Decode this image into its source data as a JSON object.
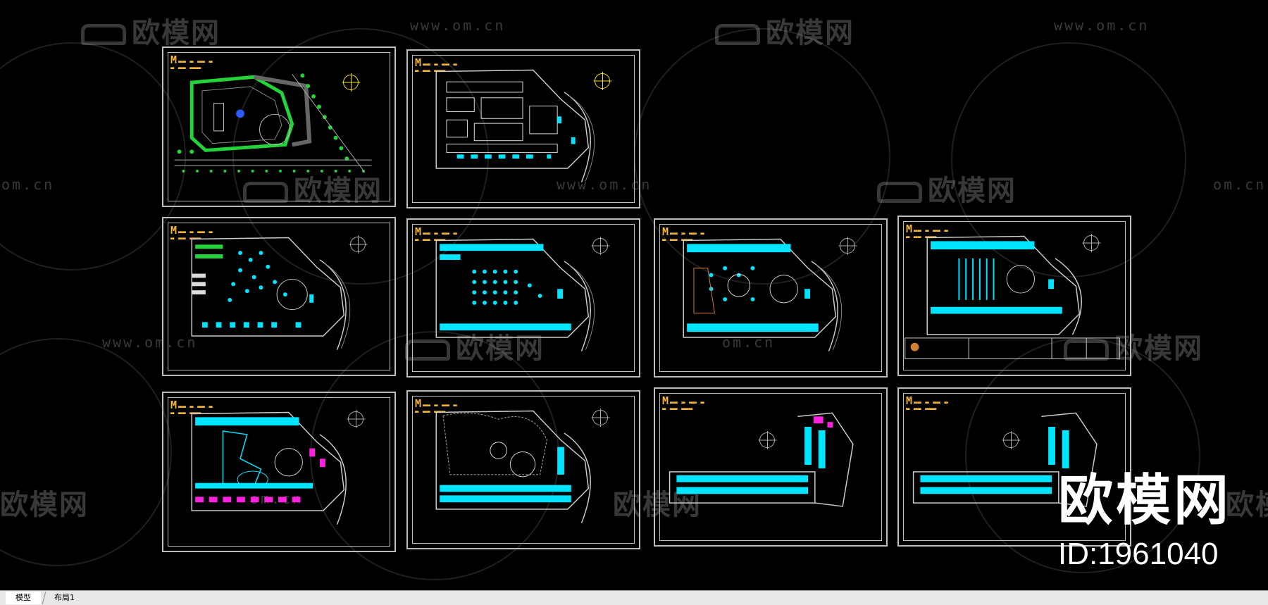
{
  "watermark": {
    "brand": "欧模网",
    "url": "www.om.cn",
    "url_short": "om.cn"
  },
  "badge": {
    "brand": "欧模网",
    "id": "ID:1961040"
  },
  "tabs": [
    {
      "label": "模型",
      "active": true
    },
    {
      "label": "布局1",
      "active": false
    }
  ],
  "colors": {
    "background": "#000000",
    "frame": "#bdbdbd",
    "cyan": "#00e5ff",
    "green": "#22d33a",
    "magenta": "#ff20e0",
    "yellow": "#f0e020",
    "title": "#f5b53a"
  },
  "sheets": [
    {
      "kind": "site",
      "title_letter": "M"
    },
    {
      "kind": "floor",
      "title_letter": "M"
    },
    {
      "kind": "floor",
      "title_letter": "M"
    },
    {
      "kind": "floor",
      "title_letter": "M"
    },
    {
      "kind": "floor",
      "title_letter": "M"
    },
    {
      "kind": "floor",
      "title_letter": "M"
    },
    {
      "kind": "floor",
      "title_letter": "M"
    },
    {
      "kind": "floor",
      "title_letter": "M"
    },
    {
      "kind": "floor",
      "title_letter": "M"
    },
    {
      "kind": "floor",
      "title_letter": "M"
    }
  ]
}
